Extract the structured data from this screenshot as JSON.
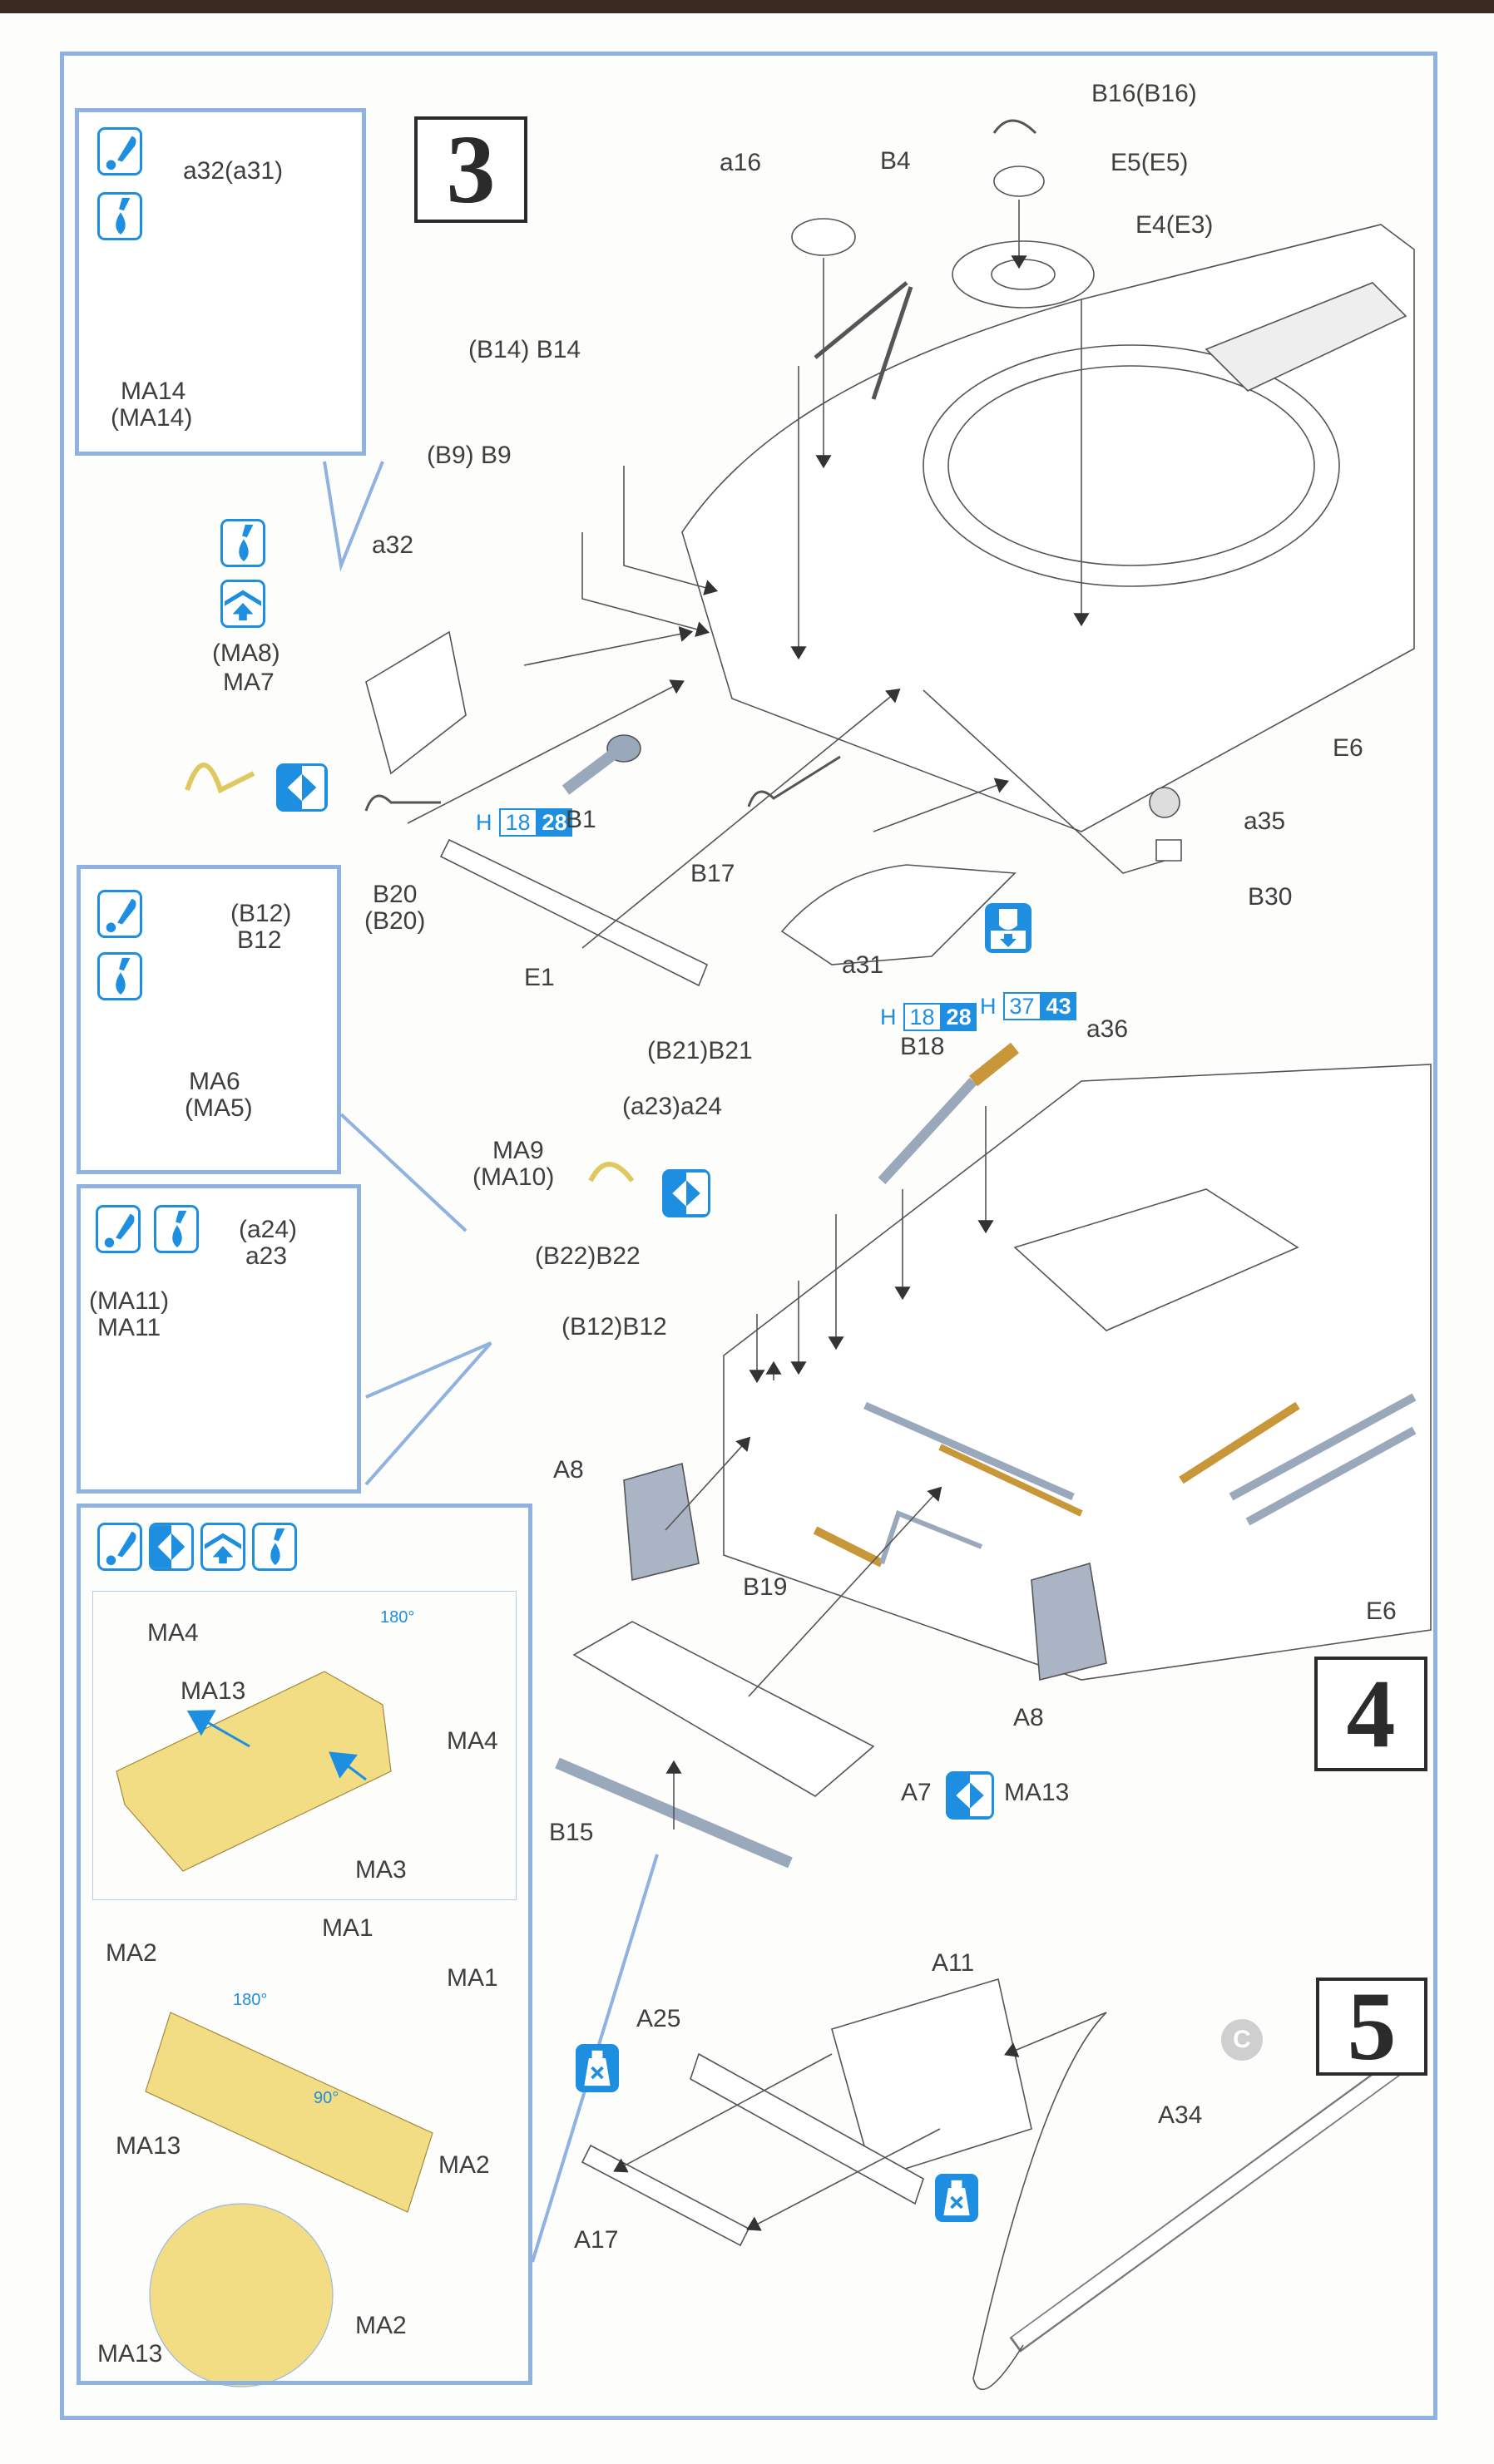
{
  "steps": {
    "step3": "3",
    "step4": "4",
    "step5": "5"
  },
  "paint_codes": [
    {
      "prefix": "H",
      "code1": "18",
      "code2": "28"
    },
    {
      "prefix": "H",
      "code1": "18",
      "code2": "28"
    },
    {
      "prefix": "H",
      "code1": "37",
      "code2": "43"
    }
  ],
  "icons": {
    "glue": "glue-icon",
    "cement_drop": "cement-drop-icon",
    "bend": "bend-icon",
    "symmetric": "make-opposite-icon",
    "drill": "drill-icon",
    "no_cement": "no-cement-icon"
  },
  "callouts": {
    "c1": {
      "part_top": "a32(a31)",
      "part_pe_1": "MA14",
      "part_pe_2": "(MA14)"
    },
    "c2": {
      "part_top_1": "(B12)",
      "part_top_2": "B12",
      "part_pe_1": "MA6",
      "part_pe_2": "(MA5)"
    },
    "c3": {
      "part_top_1": "(a24)",
      "part_top_2": "a23",
      "part_pe_1": "(MA11)",
      "part_pe_2": "MA11"
    },
    "c4": {
      "upper": {
        "ma4_left": "MA4",
        "ma13": "MA13",
        "ma4_right": "MA4",
        "ma3": "MA3",
        "angle": "180°"
      },
      "lower": {
        "ma2_left": "MA2",
        "ma1_top": "MA1",
        "ma1_right": "MA1",
        "ma13": "MA13",
        "ma2_right": "MA2",
        "angle_180": "180°",
        "angle_90": "90°",
        "detail_ma13": "MA13",
        "detail_ma2": "MA2"
      }
    }
  },
  "step3_labels": {
    "b16": "B16(B16)",
    "e5": "E5(E5)",
    "e4": "E4(E3)",
    "a16": "a16",
    "b4": "B4",
    "b14": "(B14) B14",
    "b9": "(B9) B9",
    "a32": "a32",
    "ma8": "(MA8)",
    "ma7": "MA7",
    "b1": "B1",
    "b20_1": "B20",
    "b20_2": "(B20)",
    "e1": "E1",
    "b17": "B17",
    "a31": "a31",
    "e6": "E6",
    "a35": "a35",
    "b30": "B30"
  },
  "step4_labels": {
    "b21": "(B21)B21",
    "a24": "(a23)a24",
    "ma9": "MA9",
    "ma10": "(MA10)",
    "b22": "(B22)B22",
    "b12": "(B12)B12",
    "b18": "B18",
    "a36": "a36",
    "a8_left": "A8",
    "a8_right": "A8",
    "b19": "B19",
    "e6": "E6",
    "a7": "A7",
    "ma13": "MA13",
    "b15": "B15"
  },
  "step5_labels": {
    "a11": "A11",
    "a25": "A25",
    "a17": "A17",
    "a34": "A34"
  },
  "copyright": "C",
  "colors": {
    "frame": "#8fb2e0",
    "icon_blue": "#1e8fe0",
    "photo_etch": "#f2dc84",
    "metal": "#9aa8bc",
    "wood": "#c8973a"
  }
}
